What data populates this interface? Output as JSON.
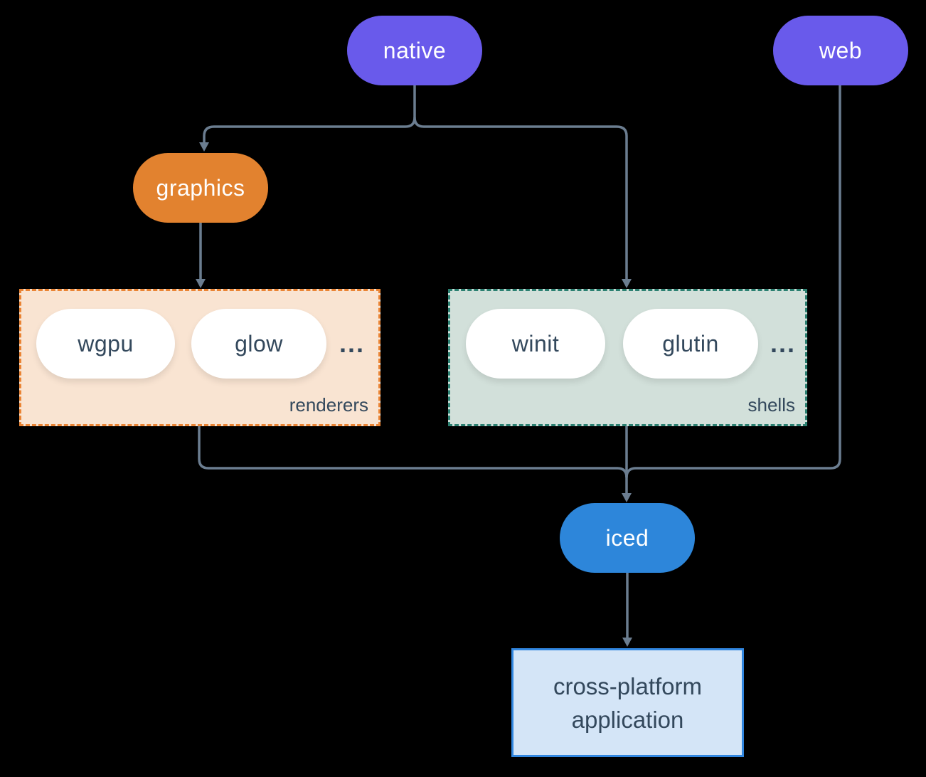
{
  "diagram": {
    "background": "#000000",
    "edge_color": "#6b7d90",
    "nodes": {
      "native": {
        "label": "native",
        "fill": "#695aeb",
        "text_color": "#ffffff"
      },
      "web": {
        "label": "web",
        "fill": "#695aeb",
        "text_color": "#ffffff"
      },
      "graphics": {
        "label": "graphics",
        "fill": "#e2822f",
        "text_color": "#ffffff"
      },
      "iced": {
        "label": "iced",
        "fill": "#2d86da",
        "text_color": "#ffffff"
      },
      "application": {
        "line1": "cross-platform",
        "line2": "application",
        "fill": "#d4e5f7",
        "border": "#3287e0",
        "text_color": "#33485c"
      }
    },
    "groups": {
      "renderers": {
        "label": "renderers",
        "fill": "#f9e4d2",
        "border": "#ea8434",
        "label_color": "#33485c",
        "item_fill": "#ffffff",
        "item_text_color": "#33485c",
        "items": [
          "wgpu",
          "glow"
        ],
        "ellipsis": "..."
      },
      "shells": {
        "label": "shells",
        "fill": "#d2e0da",
        "border": "#2b8071",
        "label_color": "#33485c",
        "item_fill": "#ffffff",
        "item_text_color": "#33485c",
        "items": [
          "winit",
          "glutin"
        ],
        "ellipsis": "..."
      }
    }
  }
}
